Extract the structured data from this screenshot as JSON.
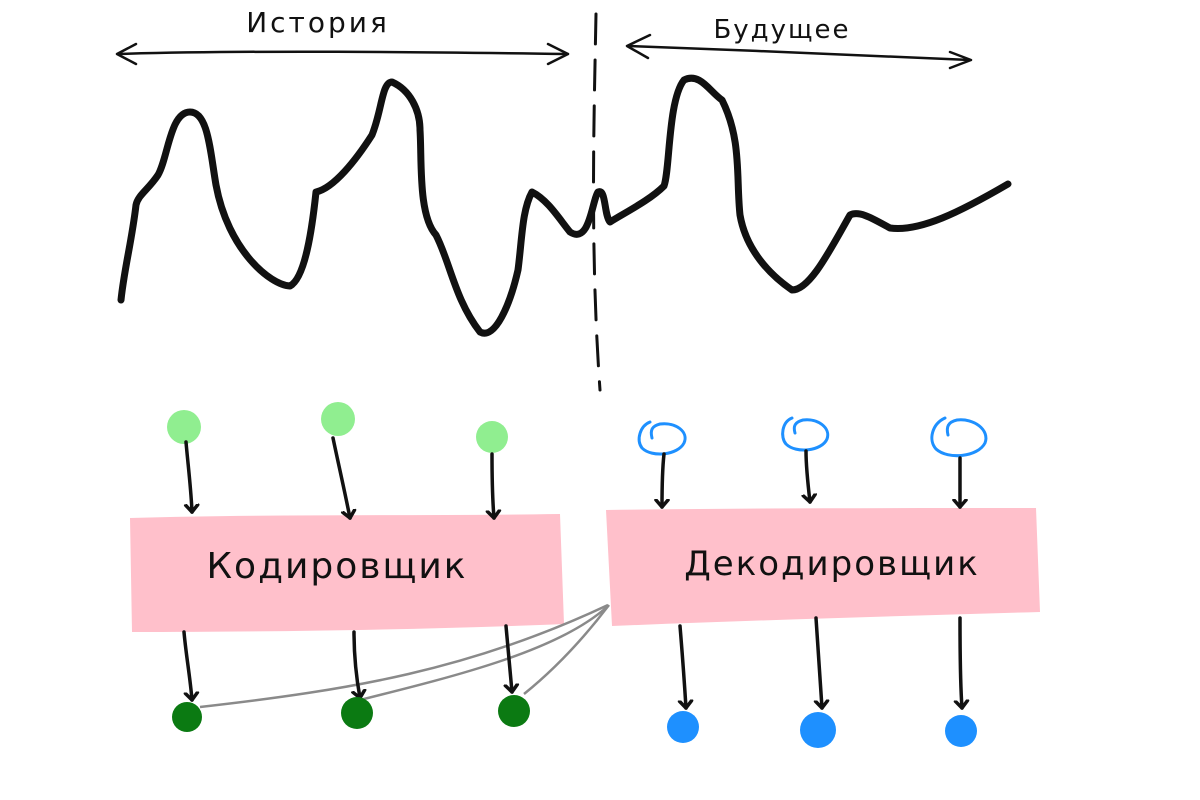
{
  "timeline": {
    "history_label": "История",
    "future_label": "Будущее"
  },
  "blocks": {
    "encoder_label": "Кодировщик",
    "decoder_label": "Декодировщик"
  },
  "colors": {
    "stroke": "#111111",
    "divider": "#111111",
    "block_fill": "#ffc0cb",
    "input_dot": "#90ee90",
    "encoder_output_dot": "#0b7a12",
    "decoder_ring": "#1e90ff",
    "decoder_output_dot": "#1e90ff",
    "context_link": "#8a8a8a"
  },
  "icons": {
    "history_arrow": "double-headed-arrow",
    "future_arrow": "double-headed-arrow"
  }
}
